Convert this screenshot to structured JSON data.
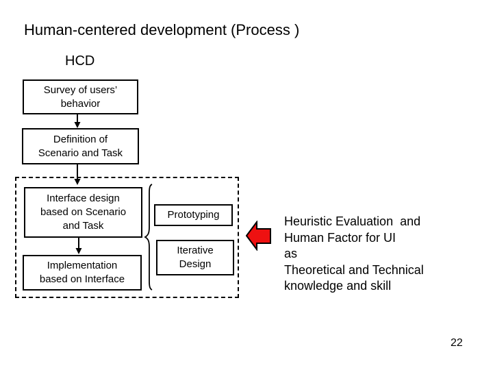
{
  "slide": {
    "title": "Human-centered development (Process )",
    "hcd_label": "HCD",
    "page_number": "22",
    "colors": {
      "background": "#ffffff",
      "text": "#000000",
      "box_border": "#000000",
      "red_arrow_fill": "#ee1111",
      "red_arrow_outline": "#000000"
    }
  },
  "flowchart": {
    "boxes": {
      "survey": "Survey of users’\nbehavior",
      "definition": "Definition of\nScenario and Task",
      "interface_design": "Interface design\nbased on Scenario\nand Task",
      "implementation": "Implementation\nbased on Interface",
      "prototyping": "Prototyping",
      "iterative_design": "Iterative\nDesign"
    },
    "icons": {
      "down_arrow_connector": "solid black down-arrow connector",
      "curly_brace": "left curly brace grouping iterative boxes",
      "left_block_arrow": "red left-pointing block arrow"
    }
  },
  "annotation": {
    "lines": "Heuristic Evaluation  and\nHuman Factor for UI\nas\nTheoretical and Technical\nknowledge and skill"
  }
}
